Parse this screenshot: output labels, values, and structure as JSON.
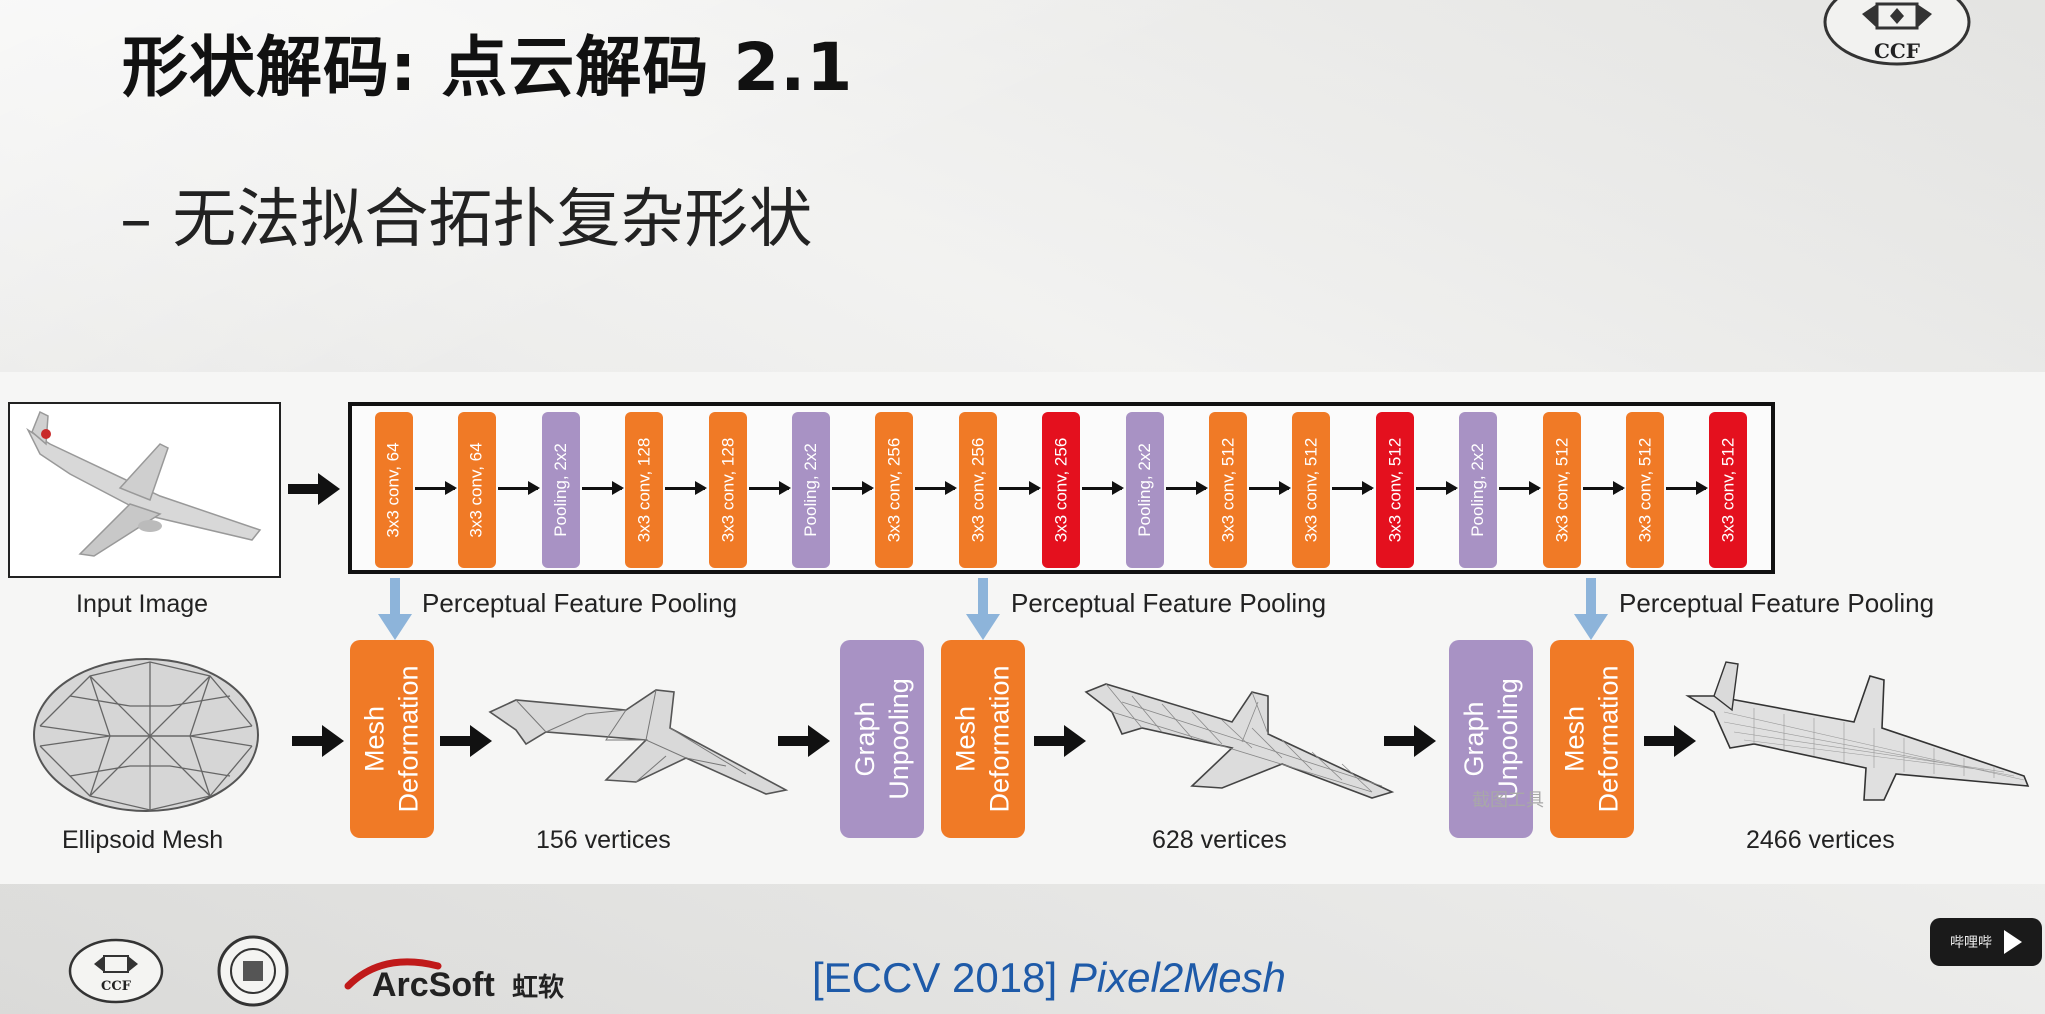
{
  "slide": {
    "title": "形状解码: 点云解码 2.1",
    "bullet": "–  无法拟合拓扑复杂形状"
  },
  "network": {
    "layers": [
      {
        "label": "3x3 conv, 64",
        "kind": "conv"
      },
      {
        "label": "3x3 conv, 64",
        "kind": "conv"
      },
      {
        "label": "Pooling, 2x2",
        "kind": "pool"
      },
      {
        "label": "3x3 conv, 128",
        "kind": "conv"
      },
      {
        "label": "3x3 conv, 128",
        "kind": "conv"
      },
      {
        "label": "Pooling, 2x2",
        "kind": "pool"
      },
      {
        "label": "3x3 conv, 256",
        "kind": "conv"
      },
      {
        "label": "3x3 conv, 256",
        "kind": "conv"
      },
      {
        "label": "3x3 conv, 256",
        "kind": "convred"
      },
      {
        "label": "Pooling, 2x2",
        "kind": "pool"
      },
      {
        "label": "3x3 conv, 512",
        "kind": "conv"
      },
      {
        "label": "3x3 conv, 512",
        "kind": "conv"
      },
      {
        "label": "3x3 conv, 512",
        "kind": "convred"
      },
      {
        "label": "Pooling, 2x2",
        "kind": "pool"
      },
      {
        "label": "3x3 conv, 512",
        "kind": "conv"
      },
      {
        "label": "3x3 conv, 512",
        "kind": "conv"
      },
      {
        "label": "3x3 conv, 512",
        "kind": "convred"
      }
    ]
  },
  "captions": {
    "input_image": "Input Image",
    "ellipsoid_mesh": "Ellipsoid Mesh",
    "v156": "156 vertices",
    "v628": "628 vertices",
    "v2466": "2466 vertices",
    "pfp": "Perceptual Feature Pooling"
  },
  "blocks": {
    "mesh_line1": "Mesh",
    "mesh_line2": "Deformation",
    "unpool_line1": "Graph",
    "unpool_line2": "Unpooling"
  },
  "footer": {
    "venue": "[ECCV 2018] ",
    "paper": "Pixel2Mesh",
    "arcsoft": "ArcSoft",
    "arcsoft_cn": "虹软"
  },
  "overlay": {
    "watermark": "截图工具",
    "badge": "哔哩哔"
  },
  "colors": {
    "conv": "#f07a26",
    "pool": "#a892c4",
    "conv_highlight": "#e4101e",
    "arrow_blue": "#8db4da",
    "footer_blue": "#1e5aa8"
  }
}
